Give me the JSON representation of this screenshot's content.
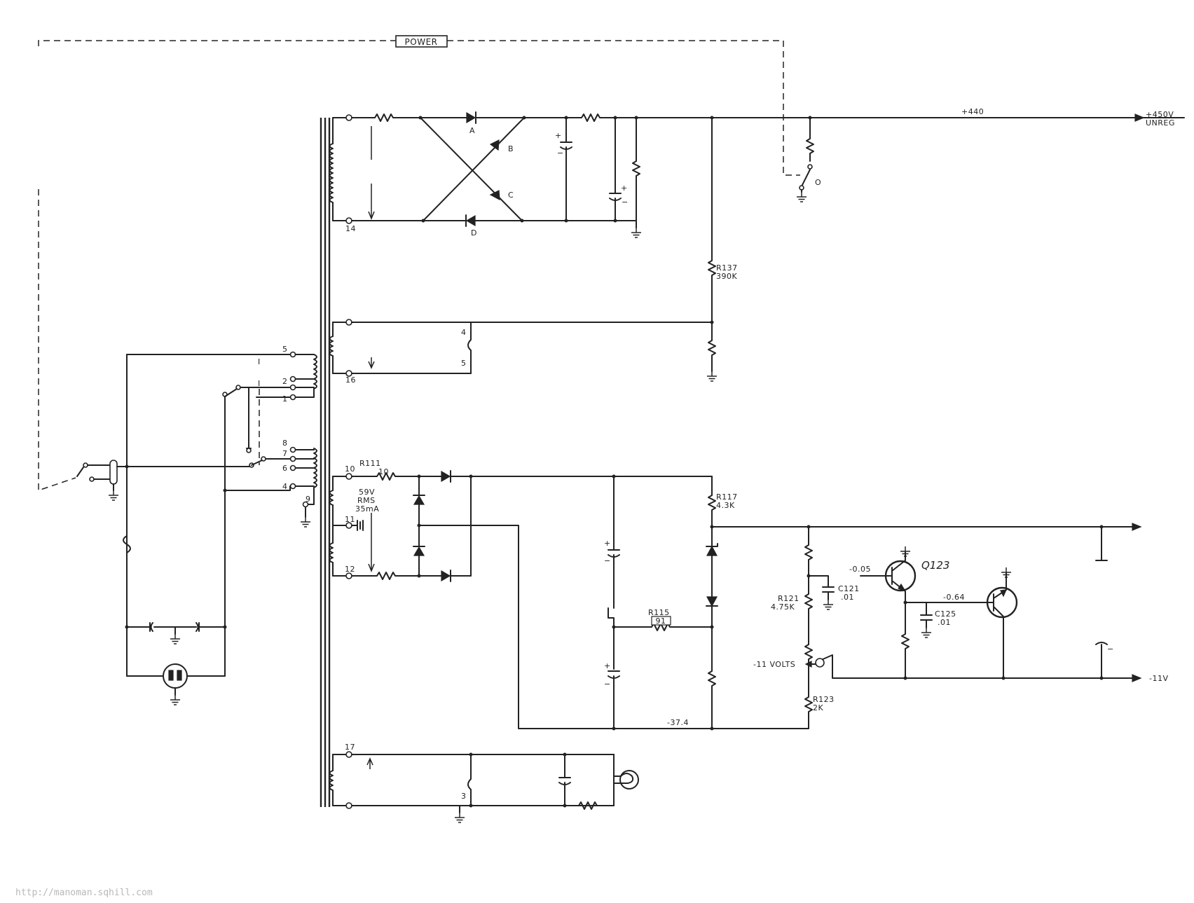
{
  "labels": {
    "power": "POWER",
    "plus_440": "+440",
    "out_450_a": "+450V",
    "out_450_b": "UNREG",
    "pin_14": "14",
    "diode_a": "A",
    "diode_b": "B",
    "diode_c": "C",
    "diode_d": "D",
    "switch_o": "O",
    "r137_name": "R137",
    "r137_value": "390K",
    "pin_4a": "4",
    "pin_5a": "5",
    "pin_16": "16",
    "pri_5": "5",
    "pri_2": "2",
    "pri_1": "1",
    "pri_8": "8",
    "pri_7": "7",
    "pri_6": "6",
    "pri_4": "4",
    "pri_9": "9",
    "tick_1a": "I",
    "tick_1b": "I",
    "pin_10": "10",
    "r111_name": "R111",
    "r111_value": "10",
    "v59_a": "59V",
    "v59_b": "RMS",
    "v59_c": "35mA",
    "pin_11": "11",
    "pin_12": "12",
    "r117_name": "R117",
    "r117_value": "4.3K",
    "r115_name": "R115",
    "r115_value": "91",
    "v_neg_37": "-37.4",
    "r121_name": "R121",
    "r121_value": "4.75K",
    "adj_label": "-11 VOLTS",
    "r123_name": "R123",
    "r123_value": "2K",
    "v_neg_005": "-0.05",
    "q123": "Q123",
    "c121_name": "C121",
    "c121_value": ".01",
    "v_neg_064": "-0.64",
    "c125_name": "C125",
    "c125_value": ".01",
    "out_neg_11": "-11V",
    "pin_17": "17",
    "pin_3": "3",
    "watermark": "http://manoman.sqhill.com"
  }
}
